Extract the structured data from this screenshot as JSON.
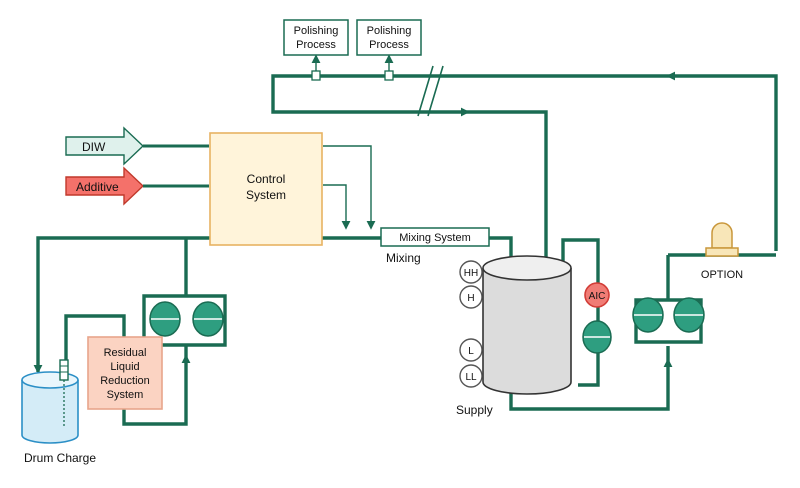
{
  "inputs": {
    "diw": "DIW",
    "additive": "Additive"
  },
  "control_system": {
    "line1": "Control",
    "line2": "System"
  },
  "mixing_system": {
    "box_label": "Mixing System",
    "caption": "Mixing"
  },
  "polishing": [
    {
      "line1": "Polishing",
      "line2": "Process"
    },
    {
      "line1": "Polishing",
      "line2": "Process"
    }
  ],
  "residual_system": {
    "line1": "Residual",
    "line2": "Liquid",
    "line3": "Reduction",
    "line4": "System"
  },
  "drum_charge": "Drum Charge",
  "supply": {
    "label": "Supply",
    "levels": {
      "hh": "HH",
      "h": "H",
      "l": "L",
      "ll": "LL"
    }
  },
  "aic": "AIC",
  "option": "OPTION",
  "colors": {
    "pipe": "#1a6b52",
    "pump": "#2e9e80",
    "diw_fill": "#dff1ec",
    "additive_fill": "#f4716a",
    "control_fill": "#fff4da",
    "control_stroke": "#e8b262",
    "residual_fill": "#fbd3c2",
    "residual_stroke": "#e8a58b",
    "aic_fill": "#f07c75",
    "aic_stroke": "#d23d37",
    "tank_fill": "#dcdcdc",
    "drum_fill": "#d4ecf7",
    "drum_stroke": "#2b8fc6",
    "beacon_fill": "#f8e6b8"
  }
}
